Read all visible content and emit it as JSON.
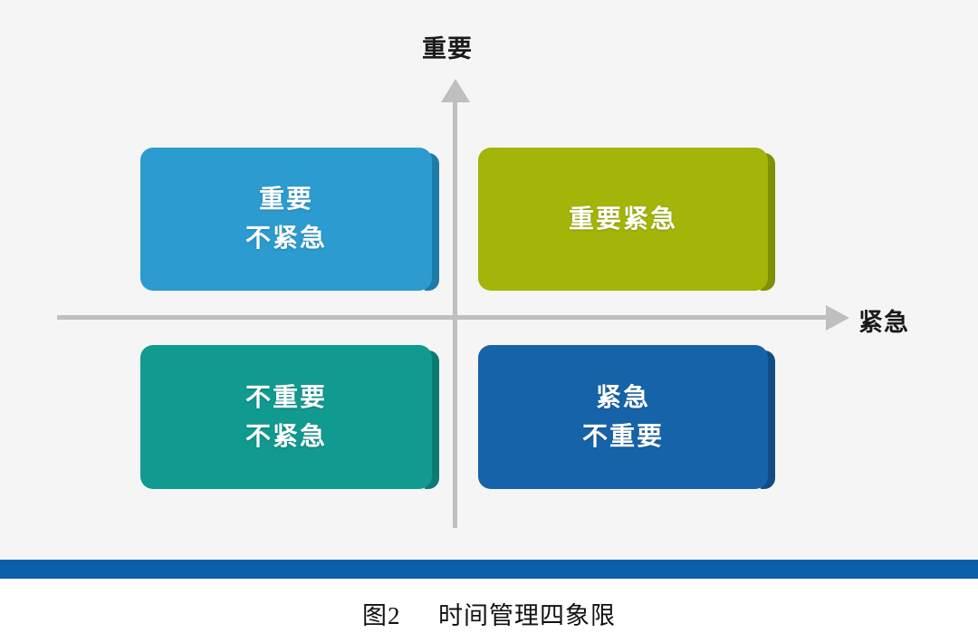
{
  "figure": {
    "caption_number": "图2",
    "caption_title": "时间管理四象限",
    "background_color": "#f5f5f5",
    "page_background_color": "#ffffff"
  },
  "axes": {
    "y_label": "重要",
    "x_label": "紧急",
    "axis_color": "#bfbfbf",
    "y_axis_direction": "up",
    "x_axis_direction": "right"
  },
  "quadrants": [
    {
      "id": "important-noturgent",
      "position": "top-left",
      "lines": [
        "重要",
        "不紧急"
      ],
      "line1": "重要",
      "line2": "不紧急",
      "fill_color": "#2b9bd0",
      "edge_color": "#1d7ba8",
      "text_color": "#ffffff"
    },
    {
      "id": "important-urgent",
      "position": "top-right",
      "lines": [
        "重要紧急"
      ],
      "line1": "重要紧急",
      "line2": "",
      "fill_color": "#a2b508",
      "edge_color": "#808f04",
      "text_color": "#ffffff"
    },
    {
      "id": "notimportant-noturgent",
      "position": "bottom-left",
      "lines": [
        "不重要",
        "不紧急"
      ],
      "line1": "不重要",
      "line2": "不紧急",
      "fill_color": "#109a90",
      "edge_color": "#0b7a72",
      "text_color": "#ffffff"
    },
    {
      "id": "urgent-notimportant",
      "position": "bottom-right",
      "lines": [
        "紧急",
        "不重要"
      ],
      "line1": "紧急",
      "line2": "不重要",
      "fill_color": "#1763a9",
      "edge_color": "#114c84",
      "text_color": "#ffffff"
    }
  ],
  "bottom_rule": {
    "color": "#0b5ea8"
  }
}
